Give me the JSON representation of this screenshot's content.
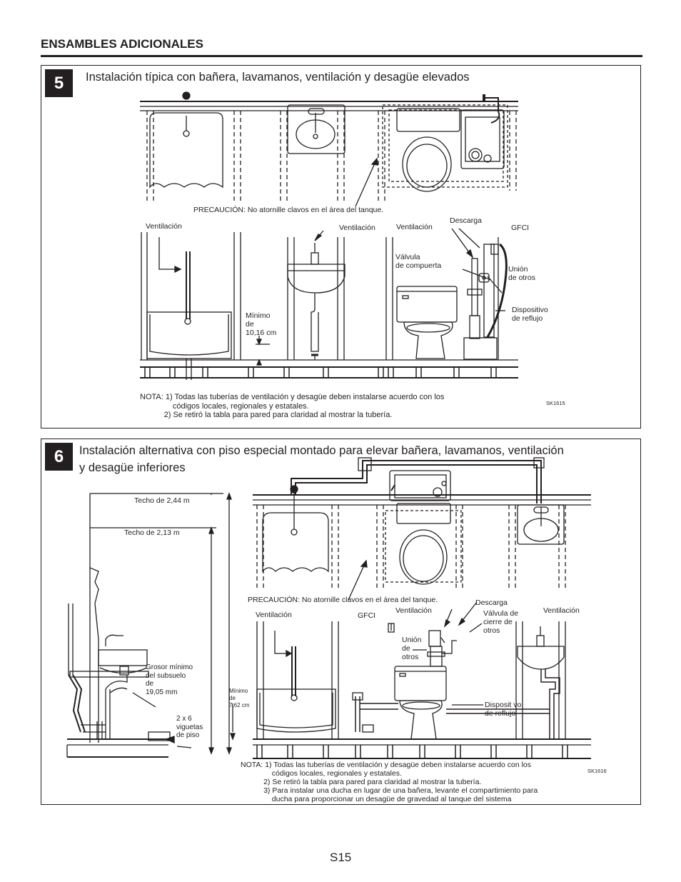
{
  "header": "ENSAMBLES ADICIONALES",
  "page_number": "S15",
  "panel5": {
    "number": "5",
    "title": "Instalación típica con bañera, lavamanos, ventilación y desagüe elevados",
    "caution": "PRECAUCIÓN: No atornille clavos en el área del tanque.",
    "labels": {
      "vent1": "Ventilación",
      "vent2": "Ventilación",
      "vent3": "Ventilación",
      "discharge": "Descarga",
      "gfci": "GFCI",
      "gate_valve": "Válvula\nde compuerta",
      "union": "Unión\nde otros",
      "backflow": "Dispositivo\nde reflujo",
      "minimum": "Mínimo\nde\n10,16 cm"
    },
    "note": "NOTA: 1) Todas las tuberías de ventilación y desagüe deben instalarse acuerdo con los\n               códigos locales, regionales y estatales.\n           2) Se retiró la tabla para pared para claridad al mostrar la tubería.",
    "code": "SK1615"
  },
  "panel6": {
    "number": "6",
    "title_line1": "Instalación alternativa con piso especial montado para elevar bañera, lavamanos, ventilación",
    "title_line2": "y desagüe inferiores",
    "caution": "PRECAUCIÓN: No atornille clavos en el área del tanque.",
    "labels": {
      "ceiling1": "Techo de 2,44 m",
      "ceiling2": "Techo de 2,13 m",
      "subfloor": "Grosor mínimo\ndel subsuelo\nde\n19,05 mm",
      "joists": "2 x 6\nviguetas\nde piso",
      "minimum": "Mínimo\nde\n7,62 cm",
      "vent1": "Ventilación",
      "gfci": "GFCI",
      "vent2": "Ventilación",
      "discharge": "Descarga",
      "shutoff": "Válvula de\ncierre de\notros",
      "vent3": "Ventilación",
      "union": "Unión\nde\notros",
      "backflow": "Disposit vo\nde reflujo"
    },
    "note": "NOTA: 1) Todas las tuberías de ventilación y desagüe deben instalarse acuerdo con los\n               códigos locales, regionales y estatales.\n           2) Se retiró la tabla para pared para claridad al mostrar la tubería.\n           3) Para instalar una ducha en lugar de una bañera, levante el compartimiento para\n               ducha para proporcionar un desagüe de gravedad al tanque del sistema",
    "code": "SK1616"
  }
}
